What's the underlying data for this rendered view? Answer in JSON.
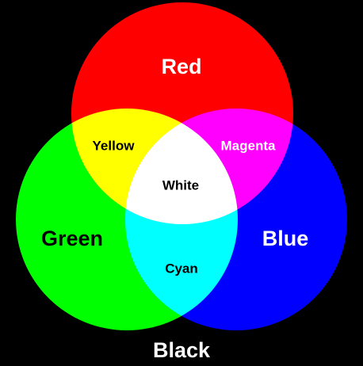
{
  "colors": {
    "background": "#000000",
    "red": "#ff0000",
    "green": "#00ff00",
    "blue": "#0000ff"
  },
  "labels": {
    "red": "Red",
    "green": "Green",
    "blue": "Blue",
    "yellow": "Yellow",
    "magenta": "Magenta",
    "cyan": "Cyan",
    "white": "White",
    "black": "Black"
  }
}
